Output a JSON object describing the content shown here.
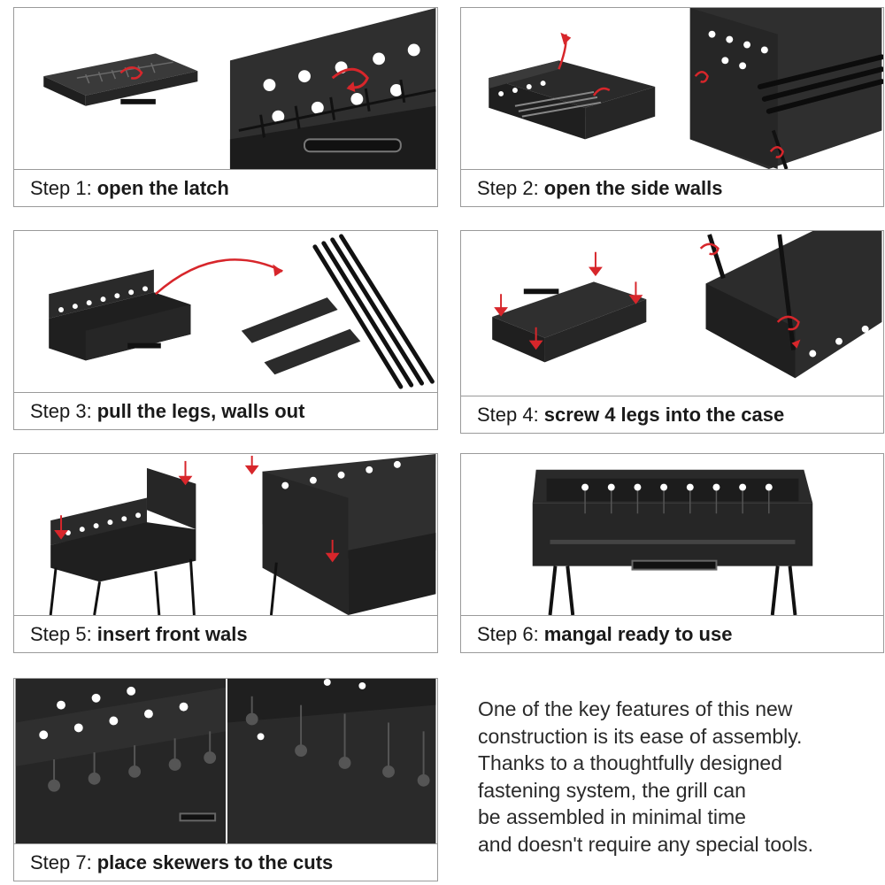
{
  "steps": [
    {
      "prefix": "Step 1:",
      "action": "open the latch"
    },
    {
      "prefix": "Step 2:",
      "action": "open the side walls"
    },
    {
      "prefix": "Step 3:",
      "action": "pull the legs, walls out"
    },
    {
      "prefix": "Step 4:",
      "action": "screw 4 legs into the case"
    },
    {
      "prefix": "Step 5:",
      "action": "insert front wals"
    },
    {
      "prefix": "Step 6:",
      "action": "mangal ready to use"
    },
    {
      "prefix": "Step 7:",
      "action": "place skewers to the cuts"
    }
  ],
  "description": [
    "One of the key features of this new",
    "construction is its ease of assembly.",
    "Thanks to a thoughtfully designed",
    "fastening system, the grill can",
    "be assembled in minimal time",
    "and doesn't require any special tools."
  ],
  "colors": {
    "metal": "#2b2b2b",
    "metal_dark": "#1a1a1a",
    "arrow": "#d7262b",
    "border": "#9a9a9a"
  },
  "icons": [
    "rotate-arrow-icon",
    "down-arrow-icon",
    "curved-arrow-icon"
  ]
}
